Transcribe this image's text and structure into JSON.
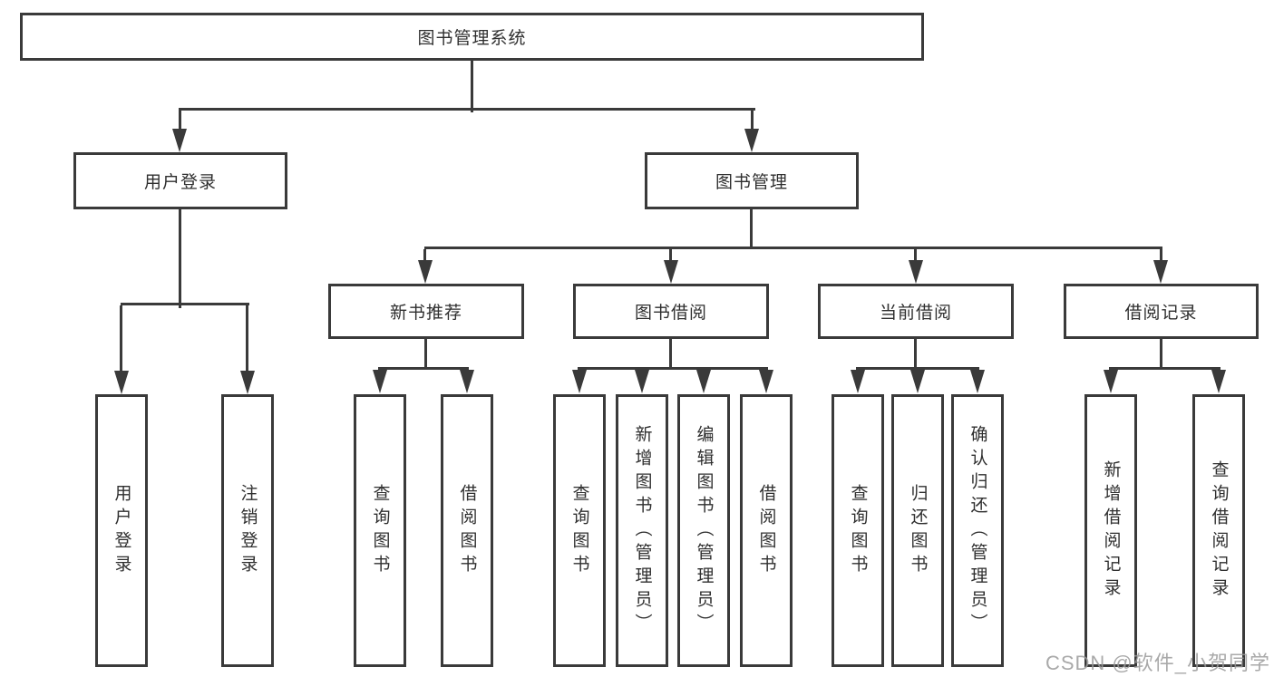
{
  "diagram": {
    "root": {
      "label": "图书管理系统"
    },
    "branches": [
      {
        "label": "用户登录",
        "children": [
          {
            "label": "用户登录"
          },
          {
            "label": "注销登录"
          }
        ]
      },
      {
        "label": "图书管理",
        "children": [
          {
            "label": "新书推荐",
            "children": [
              {
                "label": "查询图书"
              },
              {
                "label": "借阅图书"
              }
            ]
          },
          {
            "label": "图书借阅",
            "children": [
              {
                "label": "查询图书"
              },
              {
                "label": "新增图书（管理员）"
              },
              {
                "label": "编辑图书（管理员）"
              },
              {
                "label": "借阅图书"
              }
            ]
          },
          {
            "label": "当前借阅",
            "children": [
              {
                "label": "查询图书"
              },
              {
                "label": "归还图书"
              },
              {
                "label": "确认归还（管理员）"
              }
            ]
          },
          {
            "label": "借阅记录",
            "children": [
              {
                "label": "新增借阅记录"
              },
              {
                "label": "查询借阅记录"
              }
            ]
          }
        ]
      }
    ],
    "colors": {
      "line": "#3a3a3a",
      "text": "#2f2f2f",
      "background": "#ffffff",
      "watermark": "#9b9b9b"
    }
  },
  "watermark": {
    "text": "CSDN @软件_小贺同学"
  }
}
